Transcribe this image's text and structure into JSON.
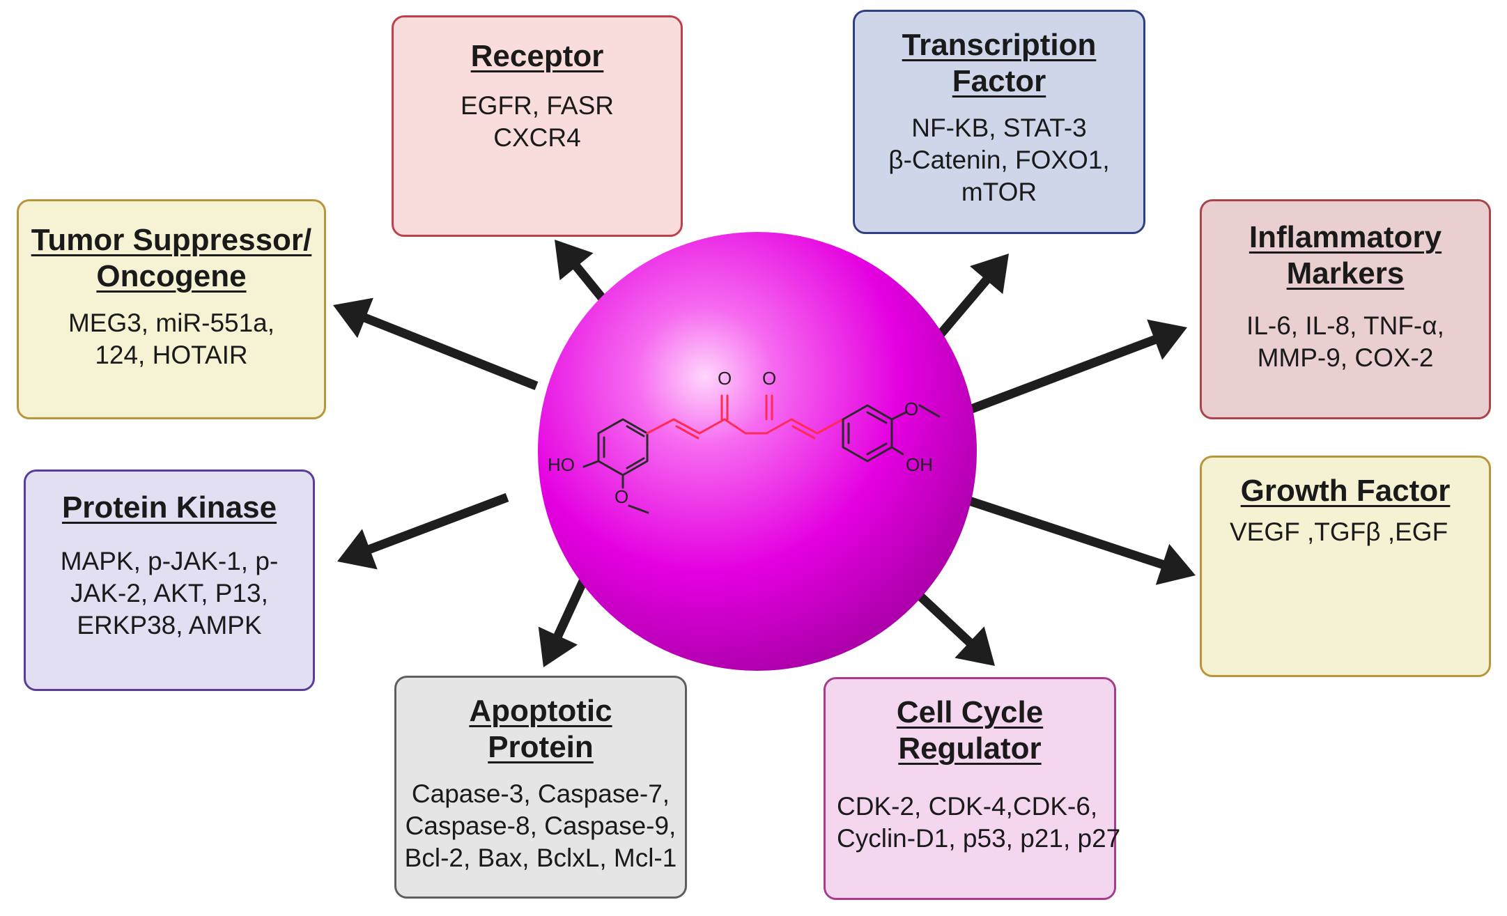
{
  "colors": {
    "sphere": "#e400e0",
    "arrow": "#1e1e1e",
    "molecule_chain": "#ff2a55",
    "molecule_ring": "#2a2a2a"
  },
  "molecule": {
    "labels": [
      "HO",
      "OH"
    ]
  },
  "categories": [
    {
      "key": "receptor",
      "title_lines": [
        "Receptor"
      ],
      "item_lines": [
        "EGFR, FASR",
        "CXCR4"
      ],
      "fill": "#f9dcdc",
      "border": "#c0404a"
    },
    {
      "key": "transcription",
      "title_lines": [
        "Transcription",
        "Factor"
      ],
      "item_lines": [
        "NF-KB, STAT-3",
        "β-Catenin, FOXO1,",
        "mTOR"
      ],
      "fill": "#cfd6ea",
      "border": "#2e3f82"
    },
    {
      "key": "tumor",
      "title_lines": [
        "Tumor Suppressor/",
        "Oncogene"
      ],
      "item_lines": [
        "MEG3, miR-551a,",
        "124, HOTAIR"
      ],
      "fill": "#f5f3d4",
      "border": "#b8953a"
    },
    {
      "key": "inflammatory",
      "title_lines": [
        "Inflammatory",
        "Markers"
      ],
      "item_lines": [
        "IL-6, IL-8, TNF-α,",
        "MMP-9, COX-2"
      ],
      "fill": "#e9cfcf",
      "border": "#a8444a"
    },
    {
      "key": "kinase",
      "title_lines": [
        "Protein Kinase"
      ],
      "item_lines": [
        "MAPK, p-JAK-1, p-",
        "JAK-2, AKT, P13,",
        "ERKP38, AMPK"
      ],
      "fill": "#e3dff3",
      "border": "#5b3c97"
    },
    {
      "key": "growth",
      "title_lines": [
        "Growth Factor"
      ],
      "item_lines": [
        "VEGF ,TGFβ ,EGF"
      ],
      "fill": "#f4f2d3",
      "border": "#b8953a"
    },
    {
      "key": "apoptotic",
      "title_lines": [
        "Apoptotic",
        "Protein"
      ],
      "item_lines": [
        "Capase-3, Caspase-7,",
        "Caspase-8, Caspase-9,",
        "Bcl-2, Bax, BclxL, Mcl-1"
      ],
      "fill": "#e5e5e5",
      "border": "#5e5e5e"
    },
    {
      "key": "cellcycle",
      "title_lines": [
        "Cell Cycle",
        "Regulator"
      ],
      "item_lines": [
        "CDK-2, CDK-4,CDK-6,",
        "Cyclin-D1, p53, p21, p27"
      ],
      "fill": "#f4d7ee",
      "border": "#a63d8c"
    }
  ]
}
